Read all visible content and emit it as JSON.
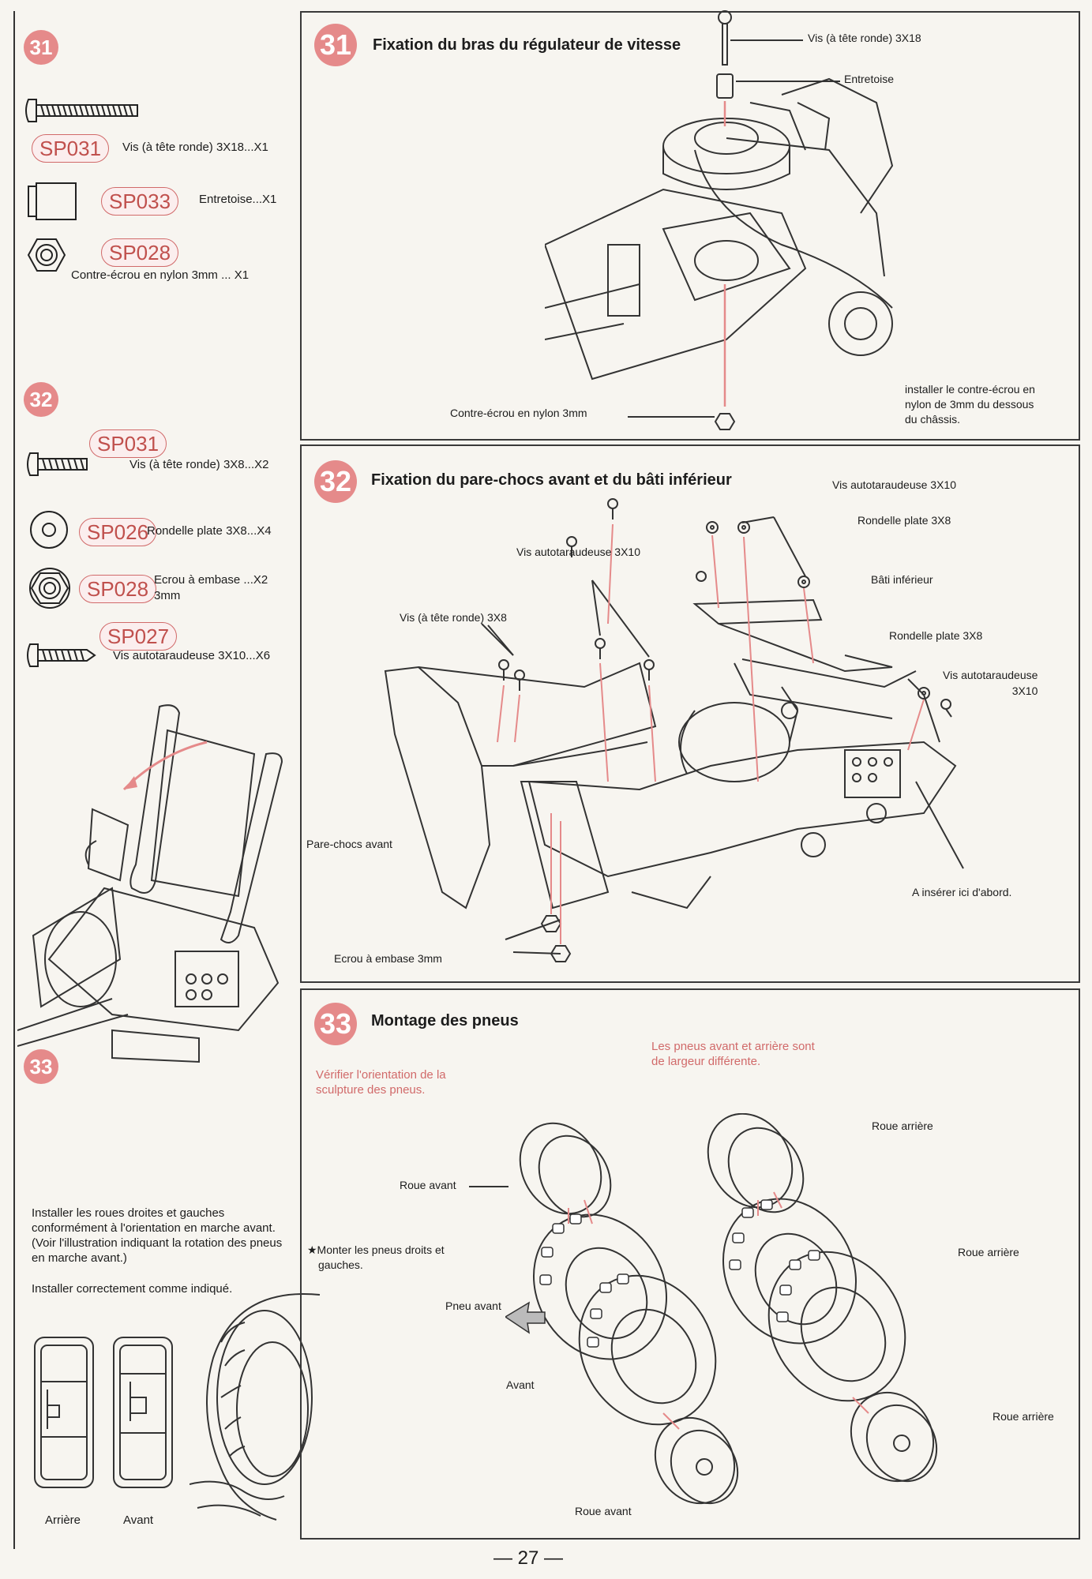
{
  "sidebar": {
    "step31": {
      "number": "31",
      "parts": [
        {
          "code": "SP031",
          "desc": "Vis (à tête ronde) 3X18...X1"
        },
        {
          "code": "SP033",
          "desc": "Entretoise...X1"
        },
        {
          "code": "SP028",
          "desc": "Contre-écrou en nylon 3mm ... X1"
        }
      ]
    },
    "step32": {
      "number": "32",
      "parts": [
        {
          "code": "SP031",
          "desc": "Vis (à tête ronde) 3X8...X2"
        },
        {
          "code": "SP026",
          "desc": "Rondelle plate 3X8...X4"
        },
        {
          "code": "SP028",
          "desc_line1": "Ecrou à embase ...X2",
          "desc_line2": "3mm"
        },
        {
          "code": "SP027",
          "desc": "Vis autotaraudeuse 3X10...X6"
        }
      ]
    },
    "step33": {
      "number": "33",
      "instructions": [
        "Installer les roues droites et gauches conformément à l'orientation en marche avant. (Voir l'illustration indiquant la rotation des pneus en marche avant.)",
        "Installer correctement comme indiqué."
      ],
      "rim_labels": [
        "Arrière",
        "Avant"
      ]
    }
  },
  "panel31": {
    "number": "31",
    "title": "Fixation du bras du régulateur de vitesse",
    "labels": {
      "screw": "Vis (à tête ronde) 3X18",
      "spacer": "Entretoise",
      "nut": "Contre-écrou en nylon 3mm",
      "note": [
        "installer le contre-écrou en",
        "nylon de 3mm du dessous",
        "du châssis."
      ]
    }
  },
  "panel32": {
    "number": "32",
    "title": "Fixation du pare-chocs avant et du bâti inférieur",
    "labels": {
      "tap_screw_top": "Vis autotaraudeuse 3X10",
      "washer_top": "Rondelle plate 3X8",
      "tap_screw_left": "Vis autotaraudeuse 3X10",
      "lower_frame": "Bâti inférieur",
      "round_screw": "Vis (à tête ronde) 3X8",
      "washer_right": "Rondelle plate 3X8",
      "tap_screw_right": [
        "Vis autotaraudeuse",
        "3X10"
      ],
      "bumper": "Pare-chocs avant",
      "insert_first": "A insérer ici d'abord.",
      "flange_nut": "Ecrou à embase 3mm"
    }
  },
  "panel33": {
    "number": "33",
    "title": "Montage des pneus",
    "notes": {
      "tread": [
        "Vérifier l'orientation de la",
        "sculpture des pneus."
      ],
      "width": [
        "Les pneus avant et arrière sont",
        "de largeur différente."
      ],
      "mount": [
        "★Monter les pneus droits et",
        "gauches."
      ]
    },
    "labels": {
      "rear_wheel_top": "Roue arrière",
      "front_wheel_top": "Roue avant",
      "rear_wheel_mid": "Roue arrière",
      "front_tire": "Pneu avant",
      "forward": "Avant",
      "rear_wheel_bottom": "Roue arrière",
      "front_wheel_bottom": "Roue avant"
    }
  },
  "page_number": "— 27 —",
  "colors": {
    "accent": "#e58a8a",
    "accent_dark": "#c0504d",
    "ink": "#1c1c1c"
  }
}
